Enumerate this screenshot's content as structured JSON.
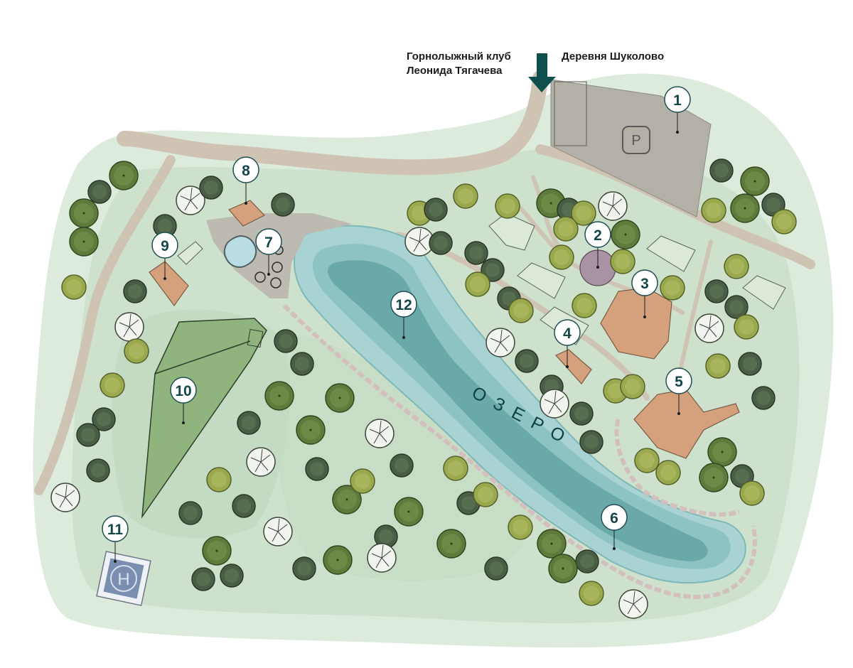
{
  "map": {
    "road_labels": {
      "ski_club_line1": "Горнолыжный клуб",
      "ski_club_line2": "Леонида Тягачева",
      "village": "Деревня Шуколово"
    },
    "lake_label": "ОЗЕРО",
    "parking_symbol": "P",
    "helipad_symbol": "H",
    "entrance_icon": "arrow-down-icon",
    "markers": [
      {
        "number": "1"
      },
      {
        "number": "2"
      },
      {
        "number": "3"
      },
      {
        "number": "4"
      },
      {
        "number": "5"
      },
      {
        "number": "6"
      },
      {
        "number": "7"
      },
      {
        "number": "8"
      },
      {
        "number": "9"
      },
      {
        "number": "10"
      },
      {
        "number": "11"
      },
      {
        "number": "12"
      }
    ],
    "colors": {
      "territory": "#d3e6d4",
      "territory_inner": "#c6dcc5",
      "road": "#cfc4b4",
      "lake": "#8ec3c4",
      "lake_deep": "#6aa9aa",
      "building": "#d4a17c",
      "parking": "#b3b0a8",
      "field": "#8fb47d",
      "helipad": "#7a8fb0",
      "marker_text": "#14474a",
      "arrow": "#0f4f4e"
    }
  }
}
